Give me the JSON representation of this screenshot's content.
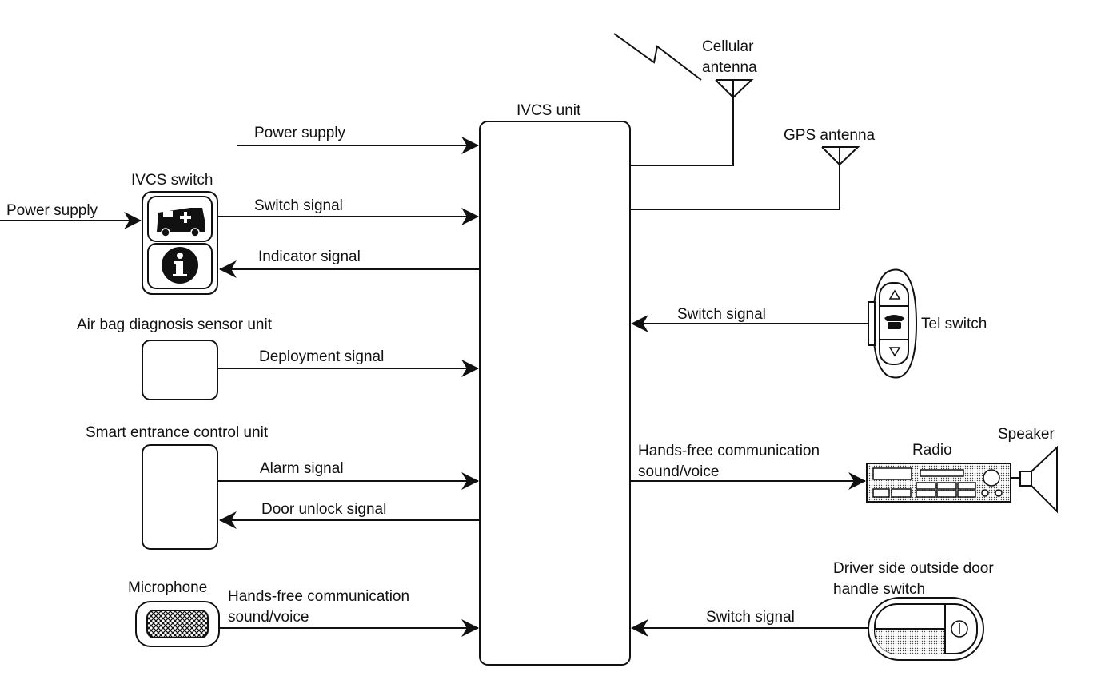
{
  "central_unit": {
    "label": "IVCS unit"
  },
  "antennas": {
    "cellular_line1": "Cellular",
    "cellular_line2": "antenna",
    "gps": "GPS antenna"
  },
  "left_side": {
    "power_supply_top": "Power supply",
    "ivcs_switch": "IVCS switch",
    "power_supply_left": "Power supply",
    "switch_signal": "Switch signal",
    "indicator_signal": "Indicator signal",
    "airbag_unit": "Air bag diagnosis sensor unit",
    "deployment_signal": "Deployment signal",
    "smart_entrance_unit": "Smart entrance control unit",
    "alarm_signal": "Alarm signal",
    "door_unlock_signal": "Door unlock signal",
    "microphone": "Microphone",
    "mic_signal_line1": "Hands-free communication",
    "mic_signal_line2": "sound/voice"
  },
  "right_side": {
    "tel_switch_signal": "Switch signal",
    "tel_switch": "Tel switch",
    "radio_signal_line1": "Hands-free communication",
    "radio_signal_line2": "sound/voice",
    "radio": "Radio",
    "speaker": "Speaker",
    "door_switch_line1": "Driver side outside door",
    "door_switch_line2": "handle switch",
    "door_switch_signal": "Switch signal"
  },
  "icons": {
    "ivcs_button_top": "ambulance-icon",
    "ivcs_button_bottom": "info-icon",
    "tel_button": "phone-icon"
  }
}
